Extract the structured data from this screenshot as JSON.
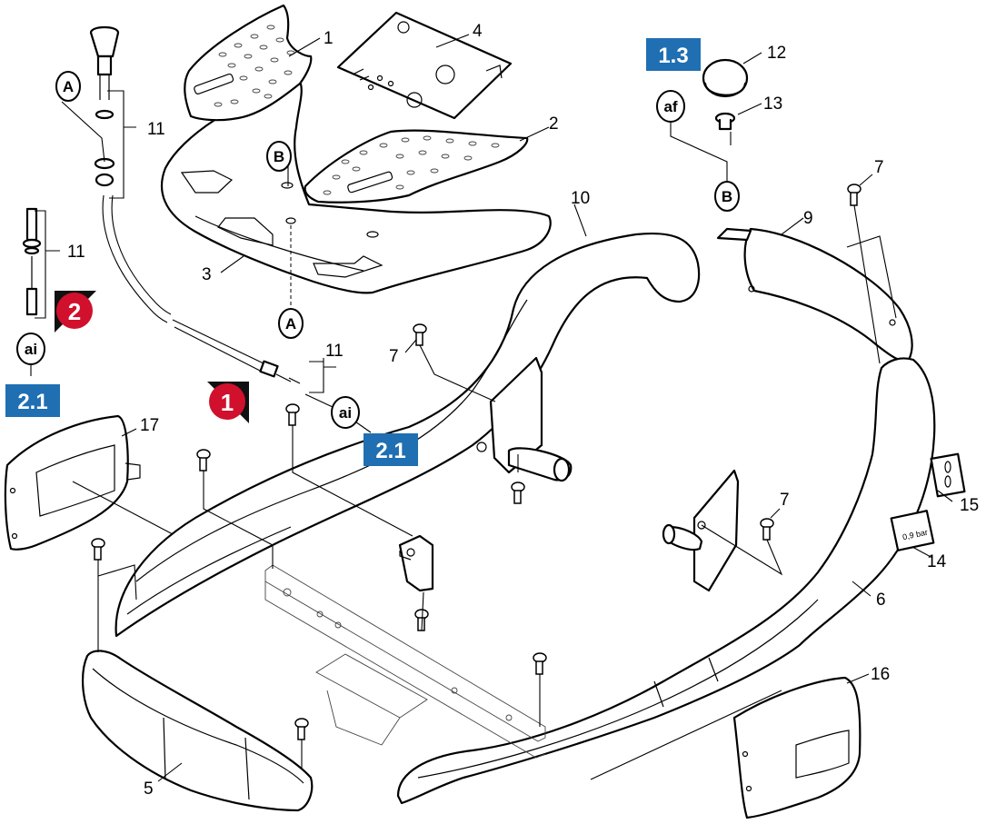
{
  "callouts": {
    "c1": "1",
    "c2": "2",
    "c3": "3",
    "c4": "4",
    "c5": "5",
    "c6": "6",
    "c7a": "7",
    "c7b": "7",
    "c7c": "7",
    "c9": "9",
    "c10": "10",
    "c11a": "11",
    "c11b": "11",
    "c11c": "11",
    "c12": "12",
    "c13": "13",
    "c14": "14",
    "c15": "15",
    "c16": "16",
    "c17": "17"
  },
  "connectors": {
    "A_top": "A",
    "A_bottom": "A",
    "B_left": "B",
    "B_right": "B",
    "ai_left": "ai",
    "ai_center": "ai",
    "af": "af"
  },
  "references": {
    "ref_1_3": "1.3",
    "ref_2_1_left": "2.1",
    "ref_2_1_center": "2.1"
  },
  "badges": {
    "badge_1": "1",
    "badge_2": "2"
  },
  "label_14_text": "0,9 bar",
  "colors": {
    "reference_box": "#1f6fb2",
    "badge": "#d0102c",
    "badge_shadow": "#111111",
    "line": "#000000"
  }
}
